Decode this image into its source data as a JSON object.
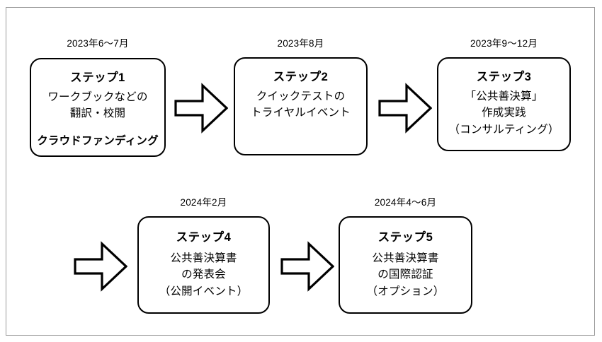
{
  "diagram": {
    "title_text": "",
    "frame_color": "#9b9b9b",
    "line_color": "#000000",
    "background": "#ffffff",
    "steps": [
      {
        "id": "step-1",
        "date": "2023年6〜7月",
        "title": "ステップ1",
        "lines": [
          "ワークブックなどの",
          "翻訳・校閲"
        ],
        "footer": "クラウドファンディング"
      },
      {
        "id": "step-2",
        "date": "2023年8月",
        "title": "ステップ2",
        "lines": [
          "クイックテストの",
          "トライヤルイベント"
        ],
        "footer": ""
      },
      {
        "id": "step-3",
        "date": "2023年9〜12月",
        "title": "ステップ3",
        "lines": [
          "「公共善決算」",
          "作成実践",
          "（コンサルティング）"
        ],
        "footer": ""
      },
      {
        "id": "step-4",
        "date": "2024年2月",
        "title": "ステップ4",
        "lines": [
          "公共善決算書",
          "の発表会",
          "（公開イベント）"
        ],
        "footer": ""
      },
      {
        "id": "step-5",
        "date": "2024年4〜6月",
        "title": "ステップ5",
        "lines": [
          "公共善決算書",
          "の国際認証",
          "（オプション）"
        ],
        "footer": ""
      }
    ],
    "arrows": [
      {
        "id": "arrow-1",
        "direction": "right",
        "between": "step-1 to step-2"
      },
      {
        "id": "arrow-2",
        "direction": "right",
        "between": "step-2 to step-3"
      },
      {
        "id": "arrow-3",
        "direction": "right",
        "between": "step-3 to step-4"
      },
      {
        "id": "arrow-4",
        "direction": "right",
        "between": "step-4 to step-5"
      }
    ]
  }
}
